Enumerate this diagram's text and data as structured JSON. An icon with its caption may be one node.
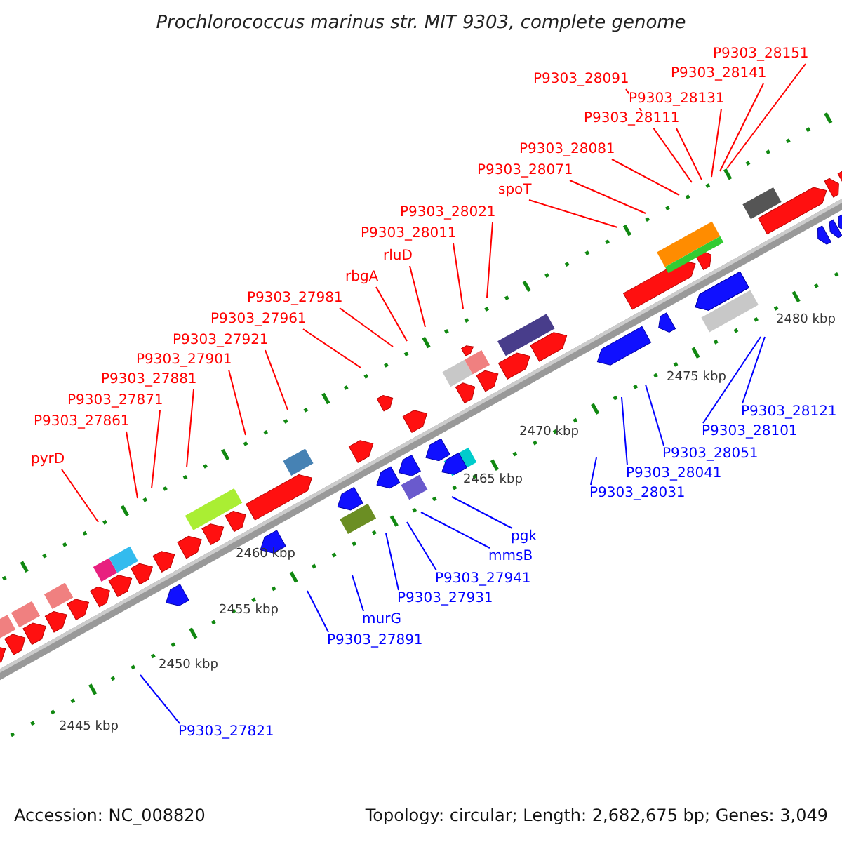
{
  "diagram": {
    "title": "Prochlorococcus marinus str. MIT 9303, complete genome",
    "nodes": [
      {
        "text": [
          "pyrD"
        ]
      },
      {
        "text": [
          "P9303_27861"
        ]
      },
      {
        "text": [
          "P9303_27871"
        ]
      },
      {
        "text": [
          "P9303_27881"
        ]
      },
      {
        "text": [
          "P9303_27901"
        ]
      },
      {
        "text": [
          "P9303_27921"
        ]
      },
      {
        "text": [
          "P9303_27961"
        ]
      },
      {
        "text": [
          "P9303_27981"
        ]
      },
      {
        "text": [
          "rbgA"
        ]
      },
      {
        "text": [
          "rluD"
        ]
      },
      {
        "text": [
          "P9303_28011"
        ]
      },
      {
        "text": [
          "P9303_28021"
        ]
      },
      {
        "text": [
          "spoT"
        ]
      },
      {
        "text": [
          "P9303_28071"
        ]
      },
      {
        "text": [
          "P9303_28081"
        ]
      },
      {
        "text": [
          "P9303_28091"
        ]
      },
      {
        "text": [
          "P9303_28111"
        ]
      },
      {
        "text": [
          "P9303_28131"
        ]
      },
      {
        "text": [
          "P9303_28141"
        ]
      },
      {
        "text": [
          "P9303_28151"
        ]
      },
      {
        "text": [
          "P9303_27821"
        ]
      },
      {
        "text": [
          "P9303_27891"
        ]
      },
      {
        "text": [
          "murG"
        ]
      },
      {
        "text": [
          "P9303_27931"
        ]
      },
      {
        "text": [
          "P9303_27941"
        ]
      },
      {
        "text": [
          "mmsB"
        ]
      },
      {
        "text": [
          "pgk"
        ]
      },
      {
        "text": [
          "P9303_28031"
        ]
      },
      {
        "text": [
          "P9303_28041"
        ]
      },
      {
        "text": [
          "P9303_28051"
        ]
      },
      {
        "text": [
          "P9303_28101"
        ]
      },
      {
        "text": [
          "P9303_28121"
        ]
      }
    ],
    "edges": [
      {
        "from": 0,
        "to": null,
        "arrow": "none"
      },
      {
        "from": 1,
        "to": null,
        "arrow": "none"
      },
      {
        "from": 2,
        "to": null,
        "arrow": "none"
      },
      {
        "from": 3,
        "to": null,
        "arrow": "none"
      },
      {
        "from": 4,
        "to": null,
        "arrow": "none"
      },
      {
        "from": 5,
        "to": null,
        "arrow": "none"
      },
      {
        "from": 6,
        "to": null,
        "arrow": "none"
      },
      {
        "from": 7,
        "to": null,
        "arrow": "none"
      },
      {
        "from": 8,
        "to": null,
        "arrow": "none"
      },
      {
        "from": 9,
        "to": null,
        "arrow": "none"
      },
      {
        "from": 10,
        "to": null,
        "arrow": "none"
      },
      {
        "from": 11,
        "to": null,
        "arrow": "none"
      },
      {
        "from": 12,
        "to": null,
        "arrow": "none"
      },
      {
        "from": 13,
        "to": null,
        "arrow": "none"
      },
      {
        "from": 14,
        "to": null,
        "arrow": "none"
      },
      {
        "from": 15,
        "to": null,
        "arrow": "none"
      },
      {
        "from": 16,
        "to": null,
        "arrow": "none"
      },
      {
        "from": 17,
        "to": null,
        "arrow": "none"
      },
      {
        "from": 18,
        "to": null,
        "arrow": "none"
      },
      {
        "from": 19,
        "to": null,
        "arrow": "none"
      },
      {
        "from": 20,
        "to": null,
        "arrow": "none",
        "color": "#0000ff"
      },
      {
        "from": 21,
        "to": null,
        "arrow": "none",
        "color": "#0000ff"
      },
      {
        "from": 22,
        "to": null,
        "arrow": "none",
        "color": "#0000ff"
      },
      {
        "from": 23,
        "to": null,
        "arrow": "none",
        "color": "#0000ff"
      },
      {
        "from": 24,
        "to": null,
        "arrow": "none",
        "color": "#0000ff"
      },
      {
        "from": 25,
        "to": null,
        "arrow": "none",
        "color": "#0000ff"
      },
      {
        "from": 26,
        "to": null,
        "arrow": "none",
        "color": "#0000ff"
      },
      {
        "from": 27,
        "to": null,
        "arrow": "none",
        "color": "#0000ff"
      },
      {
        "from": 28,
        "to": null,
        "arrow": "none",
        "color": "#0000ff"
      },
      {
        "from": 29,
        "to": null,
        "arrow": "none",
        "color": "#0000ff"
      },
      {
        "from": 30,
        "to": null,
        "arrow": "none",
        "color": "#0000ff"
      },
      {
        "from": 31,
        "to": null,
        "arrow": "none",
        "color": "#0000ff"
      }
    ],
    "labels": [
      "2445 kbp",
      "2450 kbp",
      "2455 kbp",
      "2460 kbp",
      "2465 kbp",
      "2470 kbp",
      "2475 kbp",
      "2480 kbp",
      "Accession: NC_008820",
      "Topology: circular; Length: 2,682,675 bp; Genes: 3,049"
    ]
  }
}
